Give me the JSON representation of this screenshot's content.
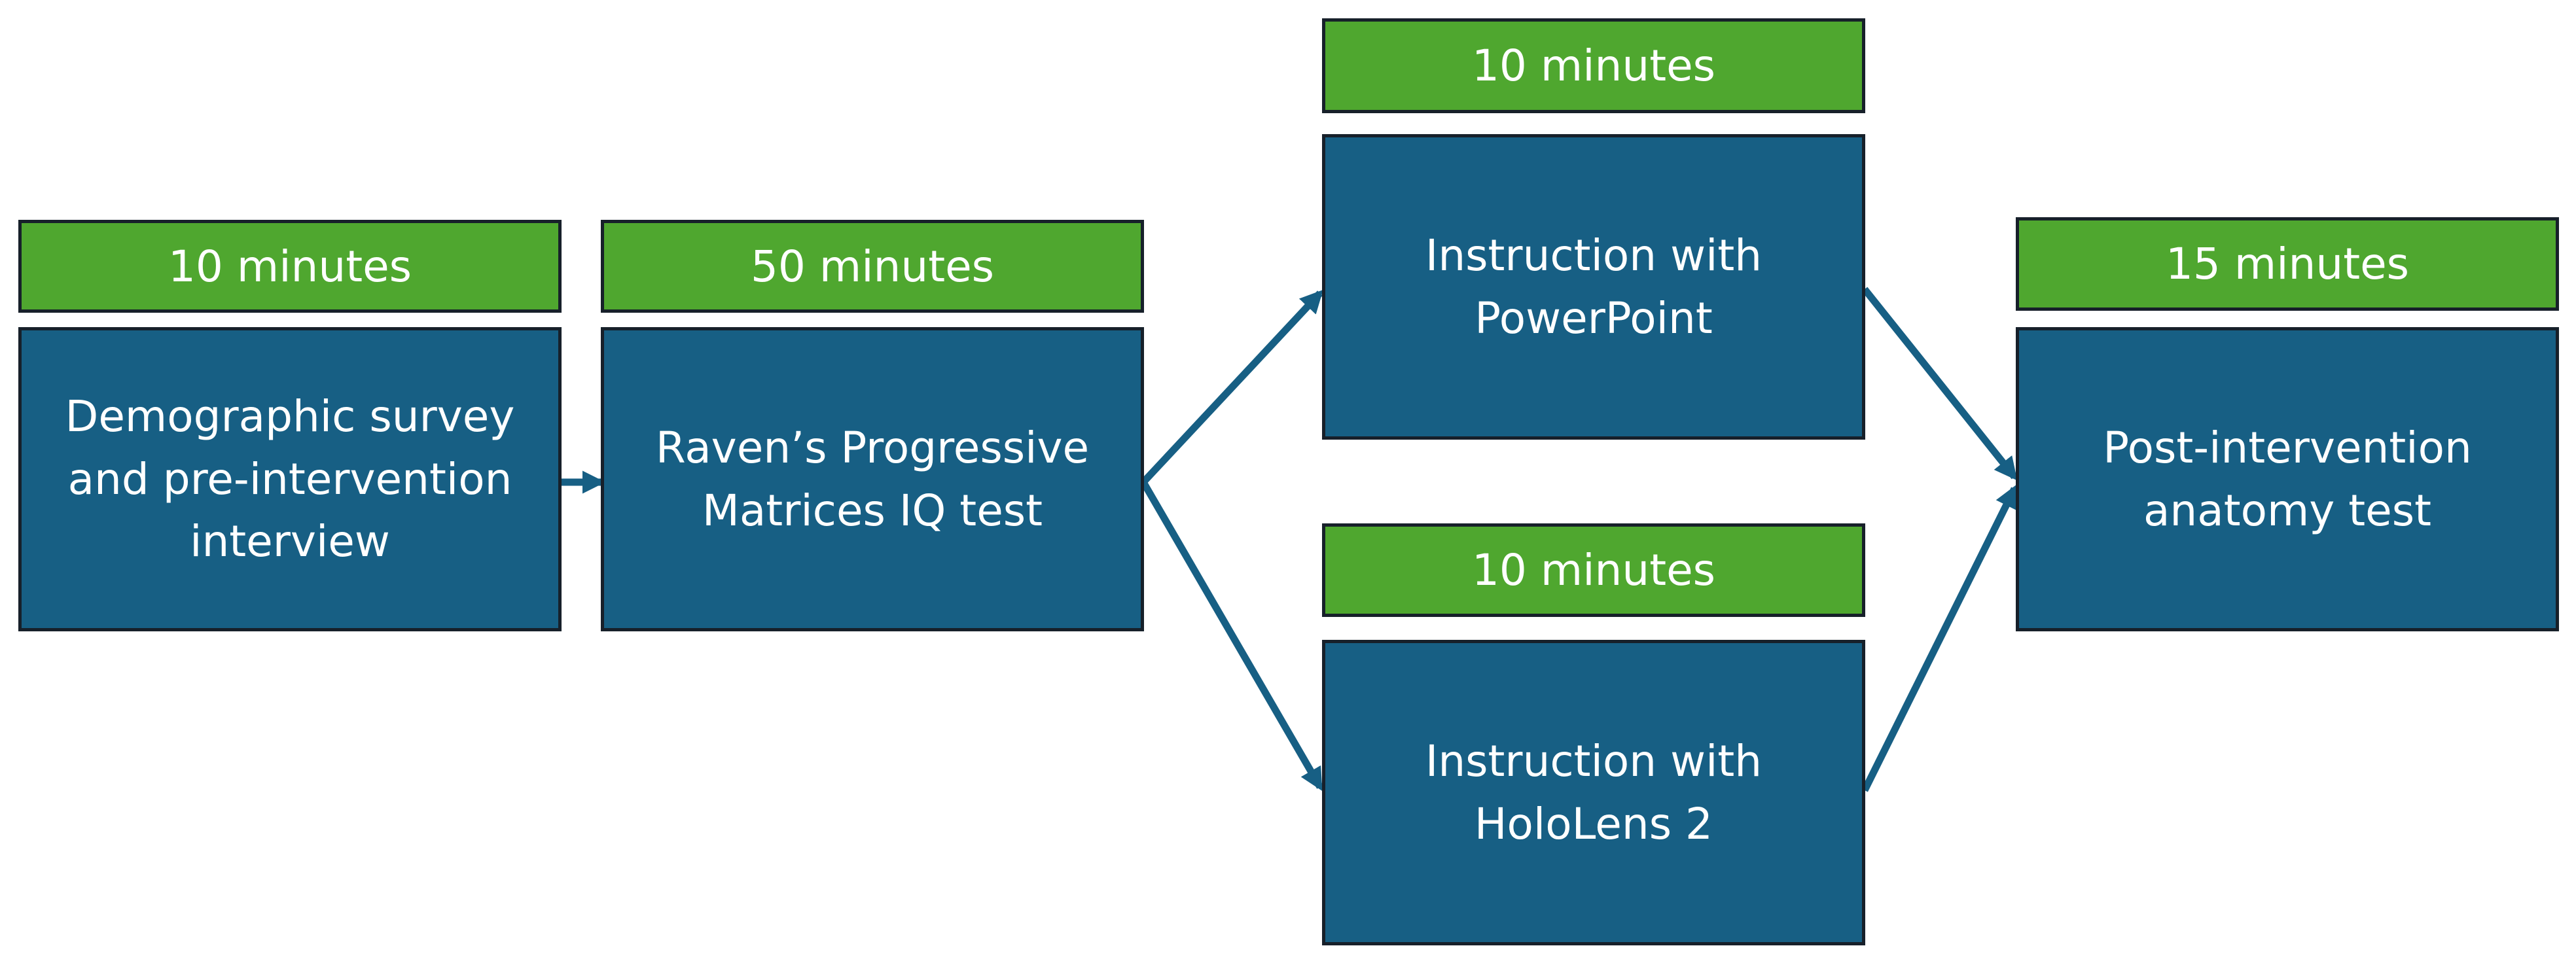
{
  "steps": [
    {
      "duration": "10 minutes",
      "label": "Demographic survey\nand pre-intervention\ninterview"
    },
    {
      "duration": "50 minutes",
      "label": "Raven’s Progressive\nMatrices IQ test"
    },
    {
      "duration": "10 minutes",
      "label": "Instruction with\nPowerPoint"
    },
    {
      "duration": "10 minutes",
      "label": "Instruction with\nHoloLens 2"
    },
    {
      "duration": "15 minutes",
      "label": "Post-intervention\nanatomy test"
    }
  ],
  "colors": {
    "duration_fill": "#4fa72f",
    "step_fill": "#175f84",
    "border": "#17202a",
    "connector": "#175f84"
  }
}
